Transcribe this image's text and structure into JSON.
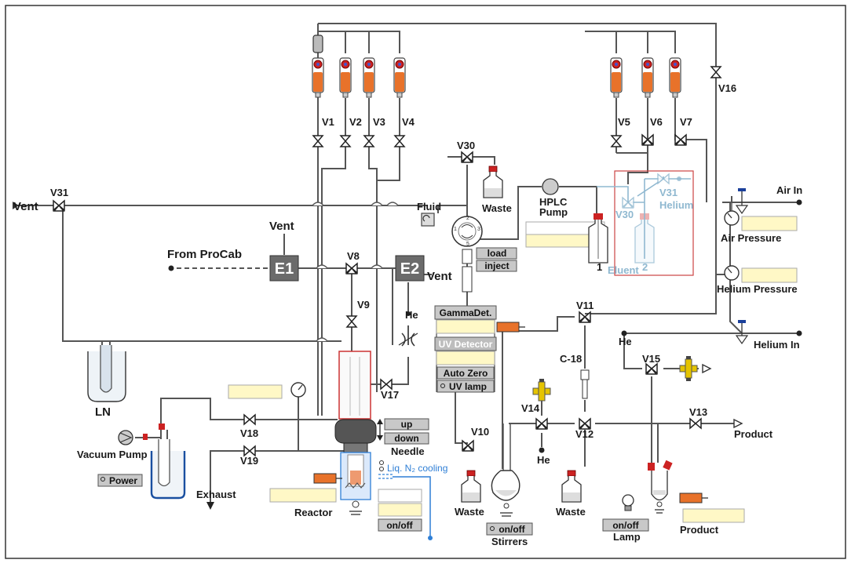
{
  "labels": {
    "vent_left": "Vent",
    "v31_left": "V31",
    "from_procab": "From ProCab",
    "vent_top": "Vent",
    "e1": "E1",
    "e2": "E2",
    "vent_right": "Vent",
    "v8": "V8",
    "v9": "V9",
    "he_mid": "He",
    "v17": "V17",
    "v18": "V18",
    "v19": "V19",
    "exhaust": "Exhaust",
    "vacuum_pump": "Vacuum Pump",
    "ln": "LN",
    "reactor": "Reactor",
    "needle": "Needle",
    "liq_cooling": "Liq. N₂ cooling",
    "v1": "V1",
    "v2": "V2",
    "v3": "V3",
    "v4": "V4",
    "v5": "V5",
    "v6": "V6",
    "v7": "V7",
    "v16": "V16",
    "v30_top": "V30",
    "waste_top": "Waste",
    "fluid": "Fluid",
    "hplc_pump": "HPLC\nPump",
    "v30_right": "V30",
    "v31_right": "V31",
    "helium_label": "Helium",
    "eluent": "Eluent",
    "bottle1": "1",
    "bottle2": "2",
    "air_in": "Air In",
    "air_pressure": "Air Pressure",
    "helium_pressure": "Helium Pressure",
    "helium_in": "Helium In",
    "he_right": "He",
    "v11": "V11",
    "c18": "C-18",
    "v15": "V15",
    "v14": "V14",
    "he_v14": "He",
    "v12": "V12",
    "v13": "V13",
    "product_out": "Product",
    "v10": "V10",
    "waste_v10": "Waste",
    "stirrers": "Stirrers",
    "waste_mid": "Waste",
    "lamp": "Lamp",
    "product_bottom": "Product"
  },
  "buttons": {
    "load": "load",
    "inject": "inject",
    "gamma_det": "GammaDet.",
    "uv_detector": "UV Detector",
    "auto_zero": "Auto Zero",
    "uv_lamp": "UV lamp",
    "up": "up",
    "down": "down",
    "on_off_reactor": "on/off",
    "on_off_stirrers": "on/off",
    "on_off_lamp": "on/off",
    "power": "Power"
  },
  "colors": {
    "pipe": "#555555",
    "field": "#fff8c6",
    "syringe": "#e8722a",
    "red": "#cc2222",
    "gray_box": "#6b6b6b",
    "accent_blue": "#2f7fd6",
    "yellow_cross": "#e5c400",
    "light_blue": "#8fb8d0"
  }
}
